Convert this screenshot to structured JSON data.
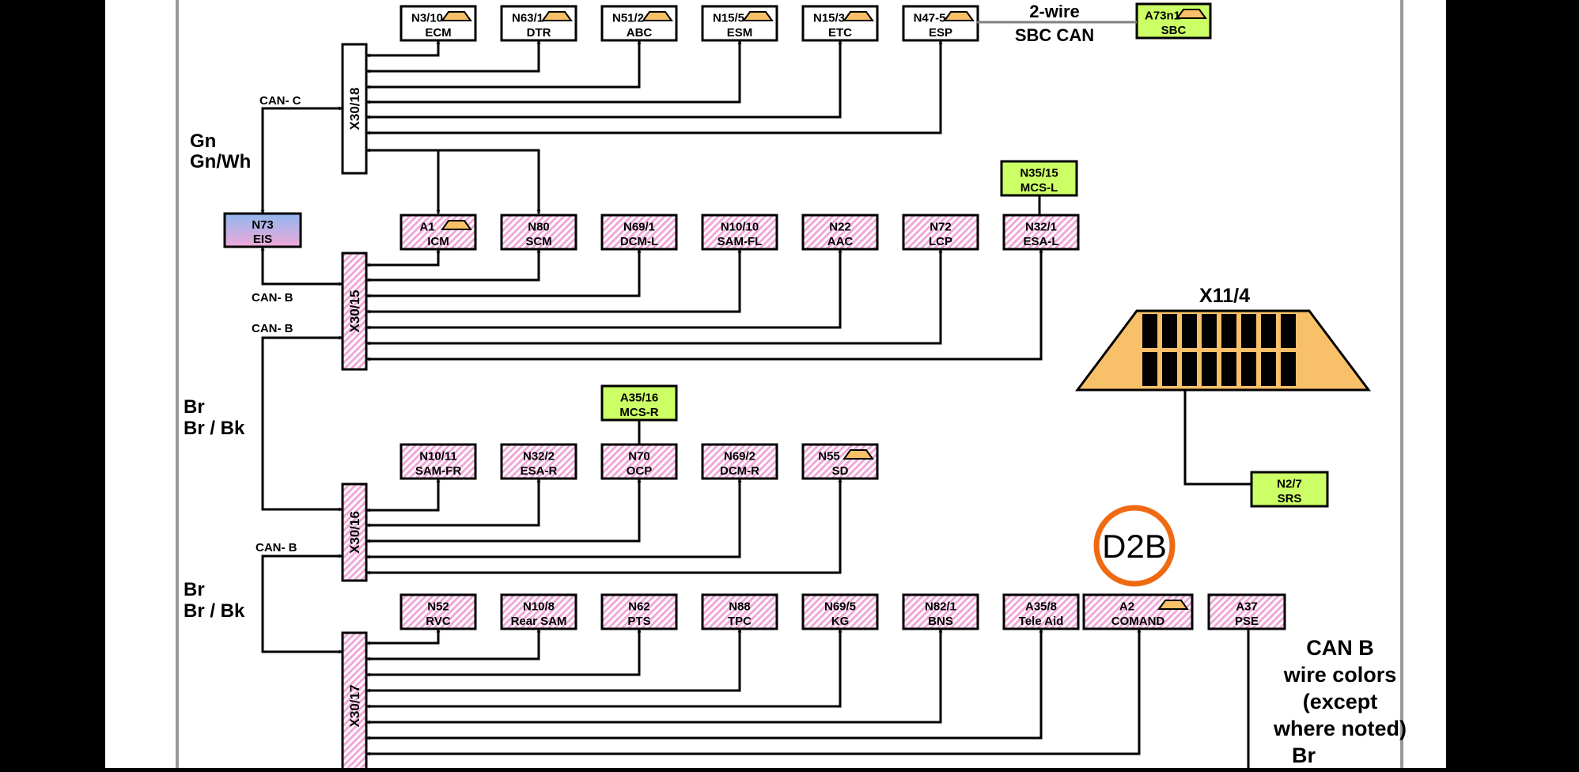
{
  "colors": {
    "page": "#ffffff",
    "wire": "#000000",
    "hatch": "#f0a8d8",
    "green_module": "#ccff66",
    "eis_top": "#90b8f0",
    "eis_bottom": "#f0a8d8",
    "gateway_icon": "#f8c068",
    "connector_body": "#f8c068",
    "d2b_ring": "#f06a12",
    "sbc_line": "#808080"
  },
  "can_c_modules": [
    {
      "code": "N3/10",
      "name": "ECM",
      "icon": "gateway-icon"
    },
    {
      "code": "N63/1",
      "name": "DTR",
      "icon": "gateway-icon"
    },
    {
      "code": "N51/2",
      "name": "ABC",
      "icon": "gateway-icon"
    },
    {
      "code": "N15/5",
      "name": "ESM",
      "icon": "gateway-icon"
    },
    {
      "code": "N15/3",
      "name": "ETC",
      "icon": "gateway-icon"
    },
    {
      "code": "N47-5",
      "name": "ESP",
      "icon": "gateway-icon"
    }
  ],
  "sbc_module": {
    "code": "A73n1",
    "name": "SBC",
    "icon": "gateway-icon"
  },
  "sbc_link_label": {
    "line1": "2-wire",
    "line2": "SBC CAN"
  },
  "eis_module": {
    "code": "N73",
    "name": "EIS"
  },
  "row2_modules": [
    {
      "code": "A1",
      "name": "ICM",
      "icon": "gateway-icon"
    },
    {
      "code": "N80",
      "name": "SCM"
    },
    {
      "code": "N69/1",
      "name": "DCM-L"
    },
    {
      "code": "N10/10",
      "name": "SAM-FL"
    },
    {
      "code": "N22",
      "name": "AAC"
    },
    {
      "code": "N72",
      "name": "LCP"
    },
    {
      "code": "N32/1",
      "name": "ESA-L"
    }
  ],
  "mcs_l": {
    "code": "N35/15",
    "name": "MCS-L"
  },
  "row3_modules": [
    {
      "code": "N10/11",
      "name": "SAM-FR"
    },
    {
      "code": "N32/2",
      "name": "ESA-R"
    },
    {
      "code": "N70",
      "name": "OCP"
    },
    {
      "code": "N69/2",
      "name": "DCM-R"
    },
    {
      "code": "N55",
      "name": "SD",
      "icon": "gateway-icon"
    }
  ],
  "mcs_r": {
    "code": "A35/16",
    "name": "MCS-R"
  },
  "row4_modules": [
    {
      "code": "N52",
      "name": "RVC"
    },
    {
      "code": "N10/8",
      "name": "Rear SAM"
    },
    {
      "code": "N62",
      "name": "PTS"
    },
    {
      "code": "N88",
      "name": "TPC"
    },
    {
      "code": "N69/5",
      "name": "KG"
    },
    {
      "code": "N82/1",
      "name": "BNS"
    },
    {
      "code": "A35/8",
      "name": "Tele Aid"
    },
    {
      "code": "A2",
      "name": "COMAND",
      "icon": "gateway-icon"
    },
    {
      "code": "A37",
      "name": "PSE"
    }
  ],
  "connectors": {
    "c18": "X30/18",
    "c15": "X30/15",
    "c16": "X30/16",
    "c17": "X30/17"
  },
  "bus_labels": {
    "can_c": "CAN- C",
    "can_b_1": "CAN- B",
    "can_b_2": "CAN- B",
    "can_b_3": "CAN- B"
  },
  "wire_colors_top": {
    "line1": "Gn",
    "line2": "Gn/Wh"
  },
  "wire_colors_mid": {
    "line1": "Br",
    "line2": "Br / Bk"
  },
  "wire_colors_low": {
    "line1": "Br",
    "line2": "Br / Bk"
  },
  "diag_connector": {
    "title": "X11/4"
  },
  "srs_module": {
    "code": "N2/7",
    "name": "SRS"
  },
  "d2b_label": "D2B",
  "legend": {
    "line1": "CAN B",
    "line2": "wire colors",
    "line3": "(except",
    "line4": "where noted)",
    "line5": "Br"
  }
}
